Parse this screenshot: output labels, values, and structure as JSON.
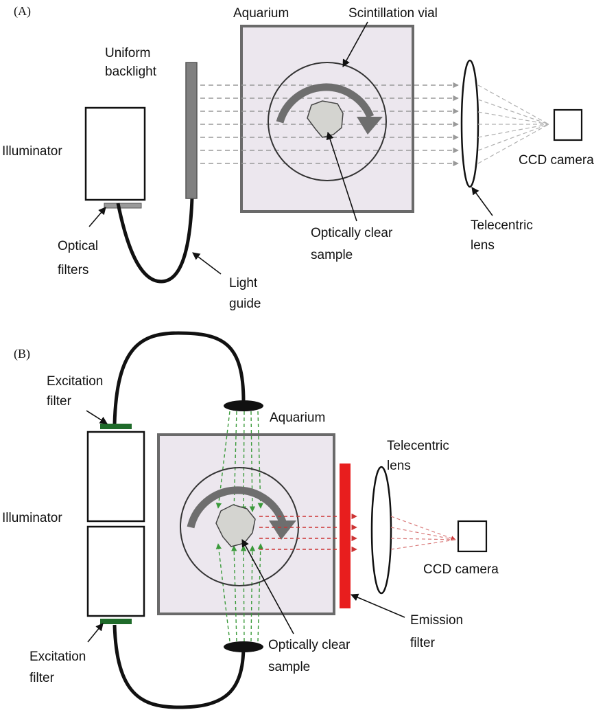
{
  "panel_a": {
    "tag": "(A)",
    "labels": {
      "uniform_backlight_1": "Uniform",
      "uniform_backlight_2": "backlight",
      "aquarium": "Aquarium",
      "scintillation_vial": "Scintillation vial",
      "illuminator": "Illuminator",
      "ccd_camera": "CCD camera",
      "optical_filters_1": "Optical",
      "optical_filters_2": "filters",
      "optically_clear_1": "Optically clear",
      "optically_clear_2": "sample",
      "telecentric_1": "Telecentric",
      "telecentric_2": "lens",
      "light_guide_1": "Light",
      "light_guide_2": "guide"
    }
  },
  "panel_b": {
    "tag": "(B)",
    "labels": {
      "excitation_top_1": "Excitation",
      "excitation_top_2": "filter",
      "aquarium": "Aquarium",
      "telecentric_1": "Telecentric",
      "telecentric_2": "lens",
      "illuminator": "Illuminator",
      "ccd_camera": "CCD camera",
      "emission_1": "Emission",
      "emission_2": "filter",
      "optically_clear_1": "Optically clear",
      "optically_clear_2": "sample",
      "excitation_bottom_1": "Excitation",
      "excitation_bottom_2": "filter"
    }
  },
  "colors": {
    "excitation_light": "#3a9a3a",
    "emission_light": "#cc3333",
    "emission_filter": "#e81e1e",
    "excitation_filter": "#1f6b2a",
    "aquarium_fill": "#ece7ee",
    "backlight_fill": "#808080",
    "rotation_arrow": "#6e6e6e",
    "backlight_rays": "#9a9a9a"
  }
}
